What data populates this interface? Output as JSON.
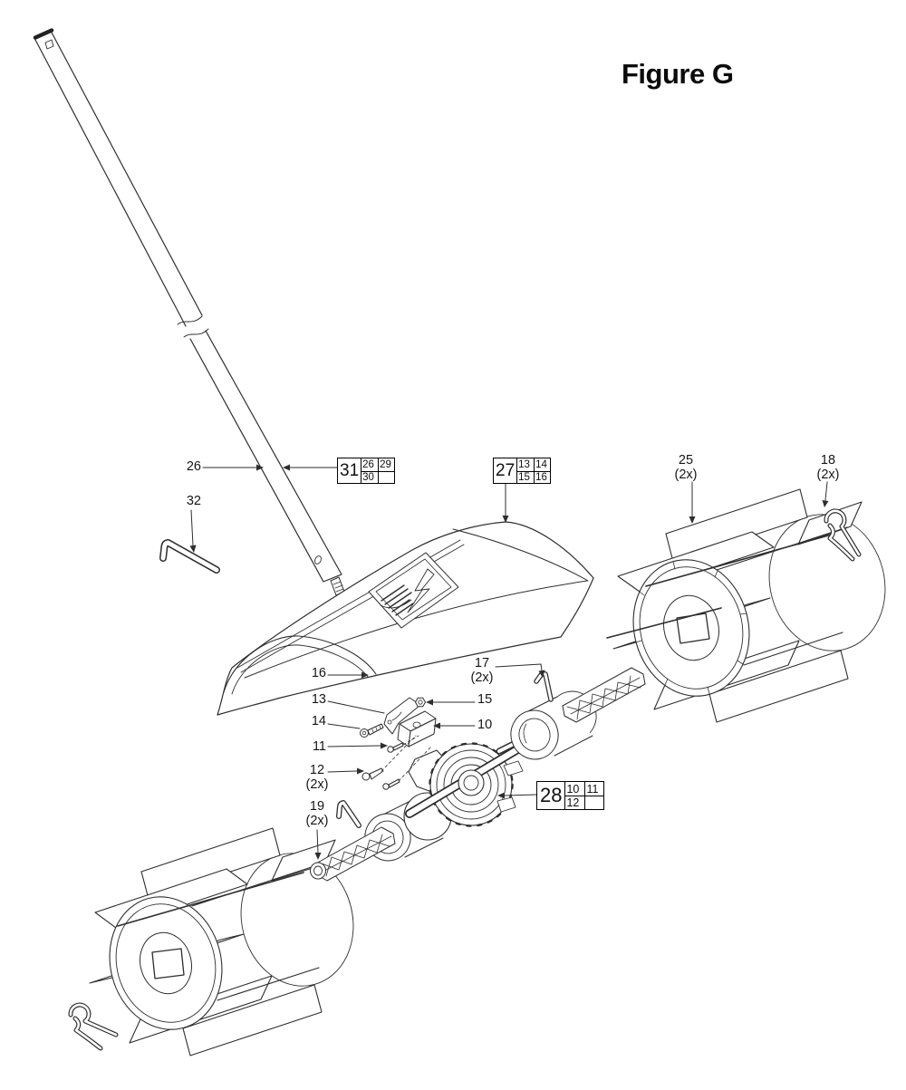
{
  "title": "Figure G",
  "callouts": {
    "box31": {
      "main": "31",
      "cells": [
        [
          "26",
          "29"
        ],
        [
          "30",
          ""
        ]
      ]
    },
    "box27": {
      "main": "27",
      "cells": [
        [
          "13",
          "14"
        ],
        [
          "15",
          "16"
        ]
      ]
    },
    "box28": {
      "main": "28",
      "cells": [
        [
          "10",
          "11"
        ],
        [
          "12",
          ""
        ]
      ]
    }
  },
  "labels": {
    "n26": {
      "num": "26"
    },
    "n32": {
      "num": "32"
    },
    "n25": {
      "num": "25",
      "qty": "(2x)"
    },
    "n18": {
      "num": "18",
      "qty": "(2x)"
    },
    "n17": {
      "num": "17",
      "qty": "(2x)"
    },
    "n16": {
      "num": "16"
    },
    "n13": {
      "num": "13"
    },
    "n14": {
      "num": "14"
    },
    "n15": {
      "num": "15"
    },
    "n10": {
      "num": "10"
    },
    "n11": {
      "num": "11"
    },
    "n12": {
      "num": "12",
      "qty": "(2x)"
    },
    "n19": {
      "num": "19",
      "qty": "(2x)"
    }
  }
}
